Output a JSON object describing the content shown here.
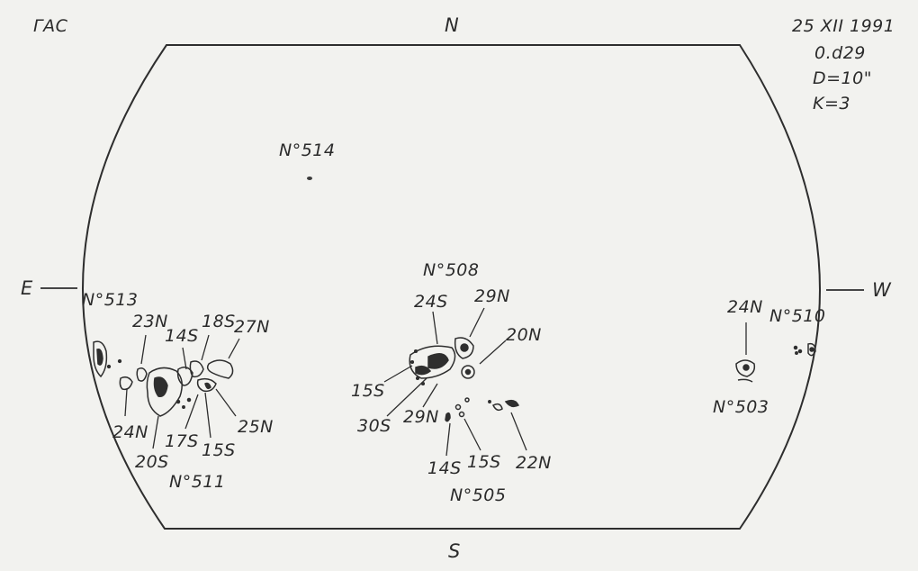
{
  "header": {
    "observatory": "ГАС",
    "date": "25 XII 1991",
    "time": "0.d29",
    "diameter": "D=10\"",
    "k_value": "K=3"
  },
  "compass": {
    "north": "N",
    "south": "S",
    "east": "E",
    "west": "W"
  },
  "groups": {
    "g514": "N°514",
    "g513": "N°513",
    "g511": "N°511",
    "g508": "N°508",
    "g505": "N°505",
    "g510": "N°510",
    "g503": "N°503"
  },
  "latitudes": {
    "l23N": "23N",
    "l14S_a": "14S",
    "l18S": "18S",
    "l27N": "27N",
    "l24N_a": "24N",
    "l20S": "20S",
    "l17S": "17S",
    "l15S_a": "15S",
    "l25N": "25N",
    "l24S": "24S",
    "l29N_a": "29N",
    "l20N": "20N",
    "l15S_b": "15S",
    "l30S": "30S",
    "l29N_b": "29N",
    "l14S_b": "14S",
    "l15S_c": "15S",
    "l22N": "22N",
    "l24N_b": "24N"
  }
}
